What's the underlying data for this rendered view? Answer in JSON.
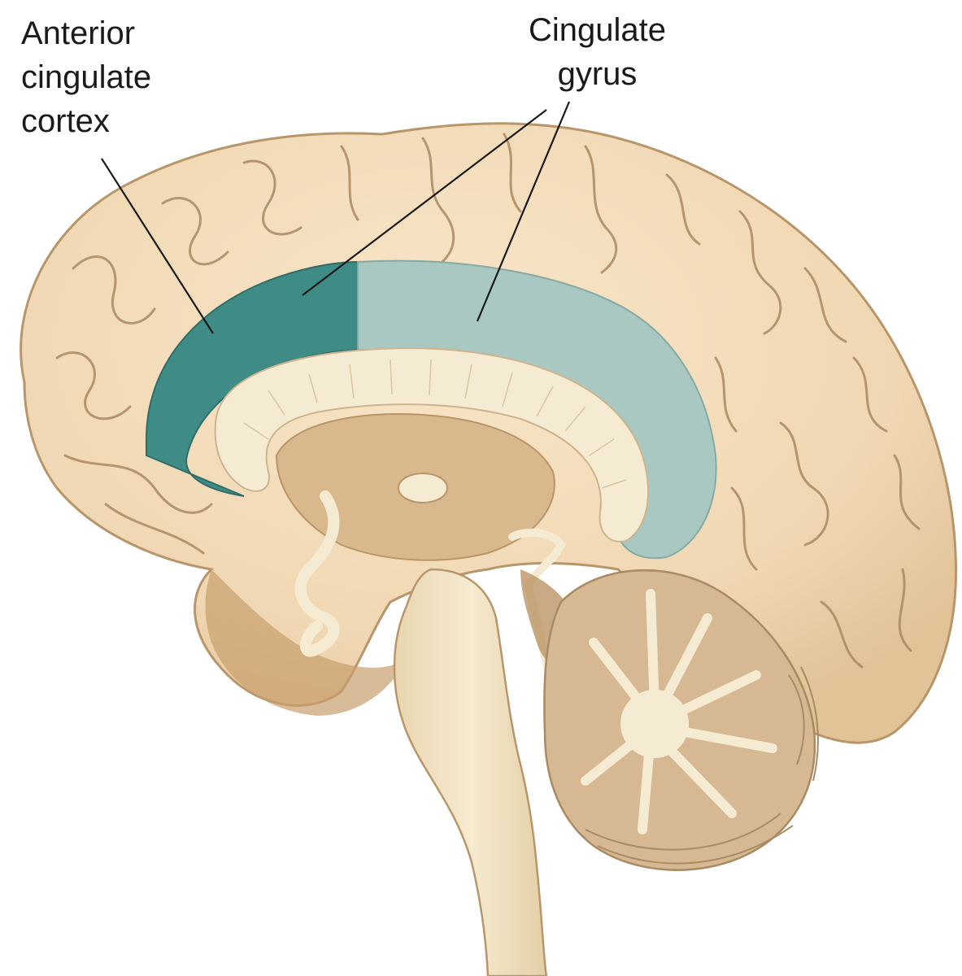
{
  "labels": {
    "anterior_cingulate_cortex": [
      "Anterior",
      "cingulate",
      "cortex"
    ],
    "cingulate_gyrus": [
      "Cingulate",
      "gyrus"
    ]
  },
  "colors": {
    "background": "#ffffff",
    "cortex": "#f1d9b8",
    "cortex_shadow": "#d9b88e",
    "sulcus": "#a98a63",
    "anterior_cingulate": "#3f8b86",
    "cingulate_gyrus": "#a9c8c1",
    "white_matter": "#f5ead2",
    "brainstem": "#efe1c0",
    "cerebellum": "#d6b993",
    "deep_structures": "#c9a272",
    "leader_line": "#1a1a1a"
  }
}
